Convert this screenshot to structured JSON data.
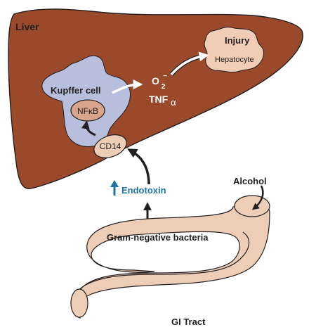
{
  "colors": {
    "liver": "#9a4a2b",
    "outline": "#231f20",
    "kupffer": "#b7bfdc",
    "pale": "#eecdb7",
    "injury": "#f2cdb5",
    "nfkb": "#d8a58c",
    "white": "#ffffff",
    "endotoxin": "#1f73a6"
  },
  "labels": {
    "liver": "Liver",
    "kupffer_cell": "Kupffer cell",
    "nfkb": "NFκB",
    "cd14": "CD14",
    "superoxide_base": "O",
    "superoxide_sub": "2",
    "superoxide_sup": "−",
    "tnf_base": "TNF",
    "tnf_sub": "α",
    "injury": "Injury",
    "hepatocyte": "Hepatocyte",
    "endotoxin": "Endotoxin",
    "alcohol": "Alcohol",
    "bacteria": "Gram-negative bacteria",
    "gi_tract": "GI Tract"
  },
  "icons": {
    "endotoxin_increase": "up-arrow-icon"
  }
}
